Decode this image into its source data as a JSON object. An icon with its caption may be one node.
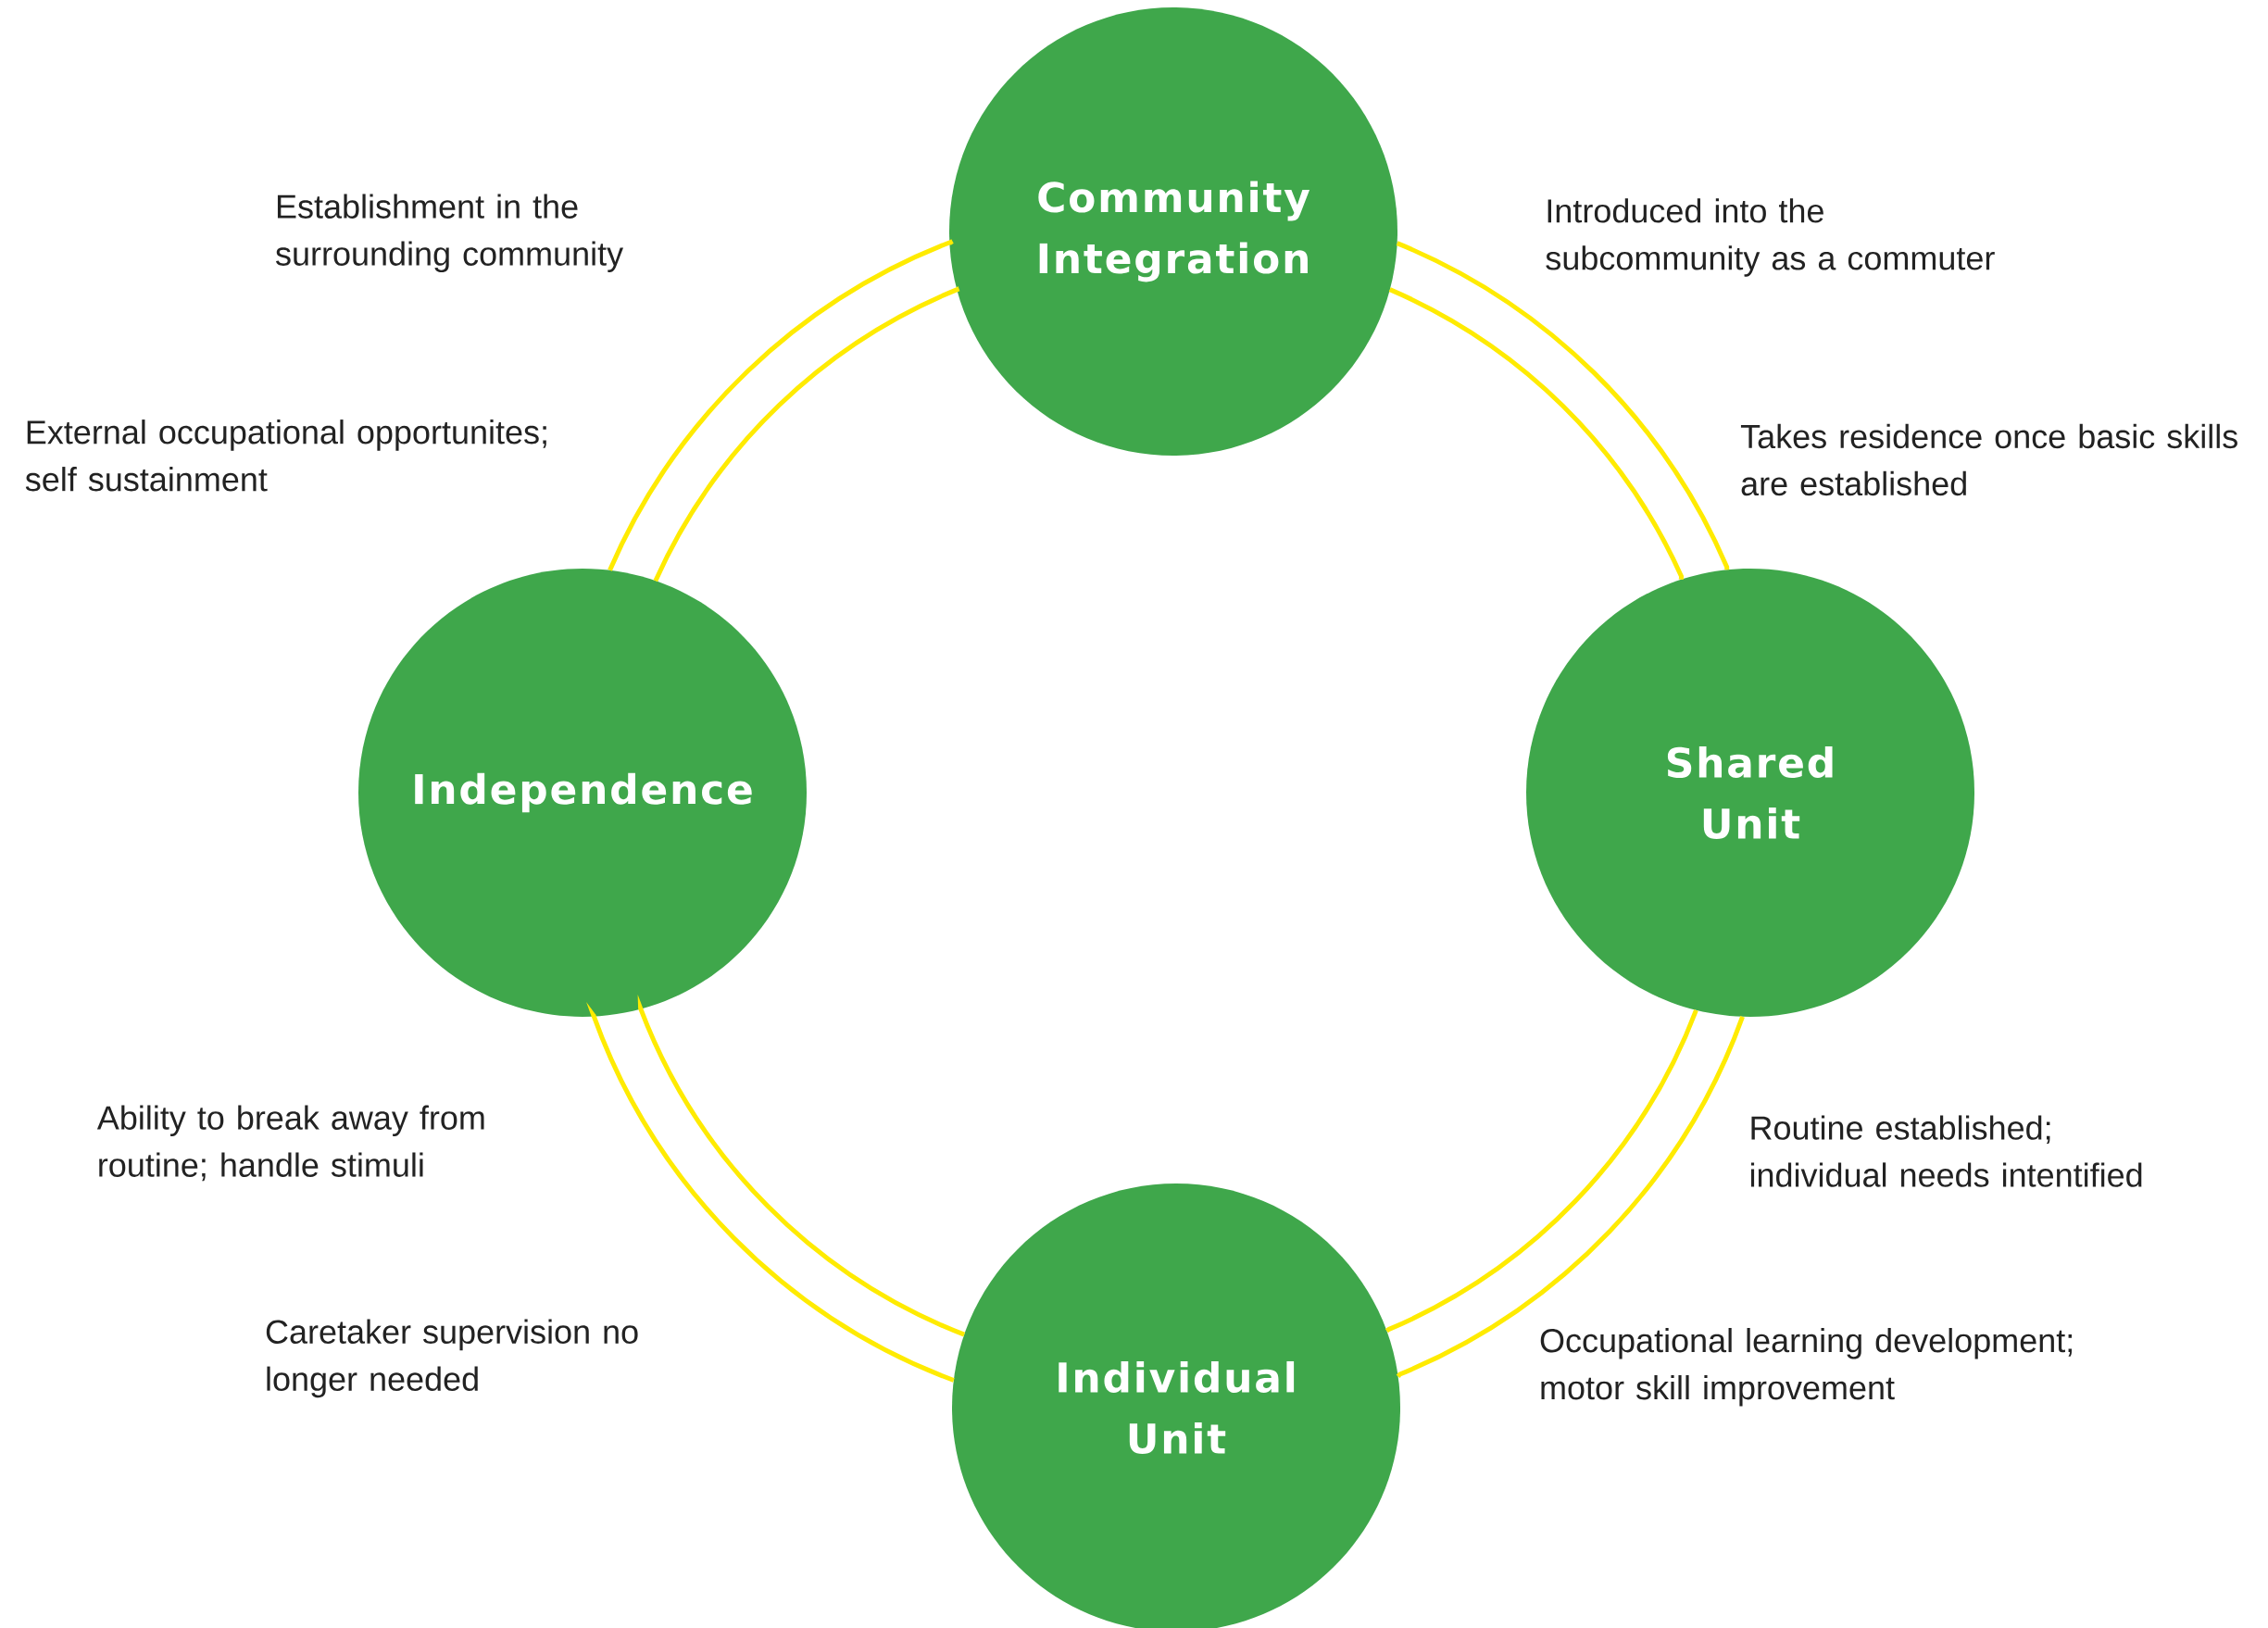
{
  "diagram": {
    "nodes": [
      {
        "text": [
          "Community Integration"
        ]
      },
      {
        "text": [
          "Shared Unit"
        ]
      },
      {
        "text": [
          "Individual Unit"
        ]
      },
      {
        "text": [
          "Independence"
        ]
      }
    ],
    "edges": [
      {
        "from": 0,
        "to": 1,
        "arrow": "none"
      },
      {
        "from": 0,
        "to": 1,
        "arrow": "none"
      },
      {
        "from": 1,
        "to": 2,
        "arrow": "none"
      },
      {
        "from": 1,
        "to": 2,
        "arrow": "none"
      },
      {
        "from": 2,
        "to": 3,
        "arrow": "none"
      },
      {
        "from": 2,
        "to": 3,
        "arrow": "none"
      },
      {
        "from": 3,
        "to": 0,
        "arrow": "none"
      },
      {
        "from": 3,
        "to": 0,
        "arrow": "none"
      }
    ],
    "labels": [
      "Establishment in the surrounding community",
      "Introduced into the subcommunity as a commuter",
      "External occupational opportunites; self sustainment",
      "Takes residence once basic skills are established",
      "Ability to break away from routine; handle stimuli",
      "Routine established; individual needs intentified",
      "Caretaker supervision no longer needed",
      "Occupational learning development; motor skill improvement"
    ]
  }
}
